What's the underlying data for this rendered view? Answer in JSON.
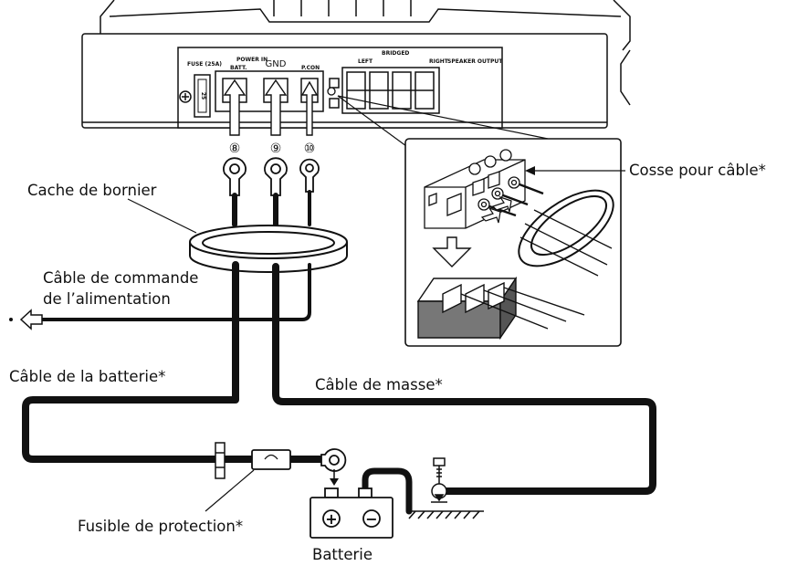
{
  "amplifier": {
    "fuse_rating": "FUSE (25A)",
    "fuse_value": "25",
    "power_in_line1": "POWER IN",
    "power_in_line2": "BATT.",
    "gnd": "GND",
    "p_con": "P.CON",
    "bridged": "BRIDGED",
    "left": "LEFT",
    "right": "RIGHT",
    "speaker_output": "SPEAKER OUTPUT"
  },
  "terminals": [
    "⑧",
    "⑨",
    "⑩"
  ],
  "labels": {
    "cache_de_bornier": "Cache de bornier",
    "cable_commande_1": "Câble de commande",
    "cable_commande_2": "de l’alimentation",
    "cable_batterie": "Câble de la batterie*",
    "cable_masse": "Câble de masse*",
    "cosse": "Cosse pour câble*",
    "fusible": "Fusible de protection*",
    "batterie": "Batterie"
  },
  "battery_symbols": {
    "plus": "+",
    "minus": "−"
  }
}
